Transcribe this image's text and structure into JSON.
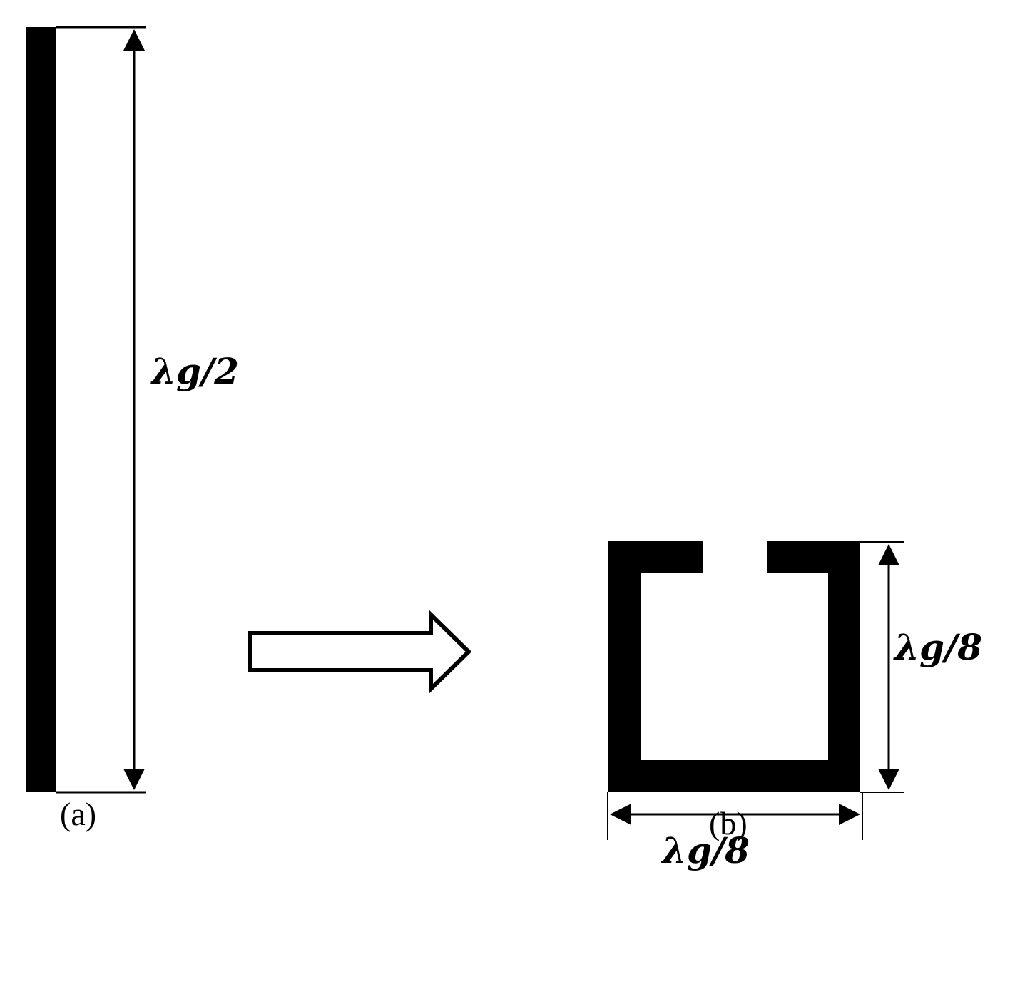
{
  "panel_a": {
    "label": "(a)",
    "dimension_label": "λg/2"
  },
  "panel_b": {
    "label": "(b)",
    "height_label": "λg/8",
    "width_label": "λg/8"
  },
  "colors": {
    "stroke": "#000000",
    "fill": "#000000",
    "background": "#ffffff"
  }
}
